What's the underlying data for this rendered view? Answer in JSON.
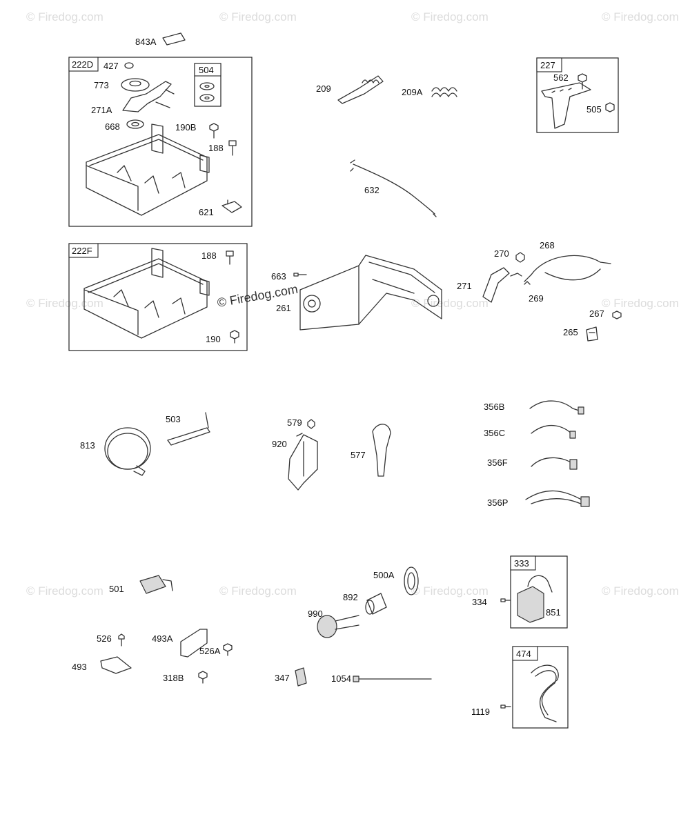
{
  "watermarks": {
    "corner": "© Firedog.com",
    "center": "© Firedog.com"
  },
  "boxes": {
    "b222d": "222D",
    "b504": "504",
    "b222f": "222F",
    "b227": "227",
    "b333": "333",
    "b474": "474"
  },
  "labels": {
    "l843a": "843A",
    "l427": "427",
    "l773": "773",
    "l271a": "271A",
    "l668": "668",
    "l190b": "190B",
    "l188a": "188",
    "l621": "621",
    "l209": "209",
    "l209a": "209A",
    "l632": "632",
    "l562": "562",
    "l505": "505",
    "l188b": "188",
    "l190": "190",
    "l663": "663",
    "l261": "261",
    "l270": "270",
    "l268": "268",
    "l271": "271",
    "l269": "269",
    "l267": "267",
    "l265": "265",
    "l813": "813",
    "l503": "503",
    "l579": "579",
    "l920": "920",
    "l577": "577",
    "l356b": "356B",
    "l356c": "356C",
    "l356f": "356F",
    "l356p": "356P",
    "l501": "501",
    "l500a": "500A",
    "l892": "892",
    "l990": "990",
    "l334": "334",
    "l851": "851",
    "l526": "526",
    "l493a": "493A",
    "l526a": "526A",
    "l493": "493",
    "l318b": "318B",
    "l347": "347",
    "l1054": "1054",
    "l1119": "1119"
  }
}
